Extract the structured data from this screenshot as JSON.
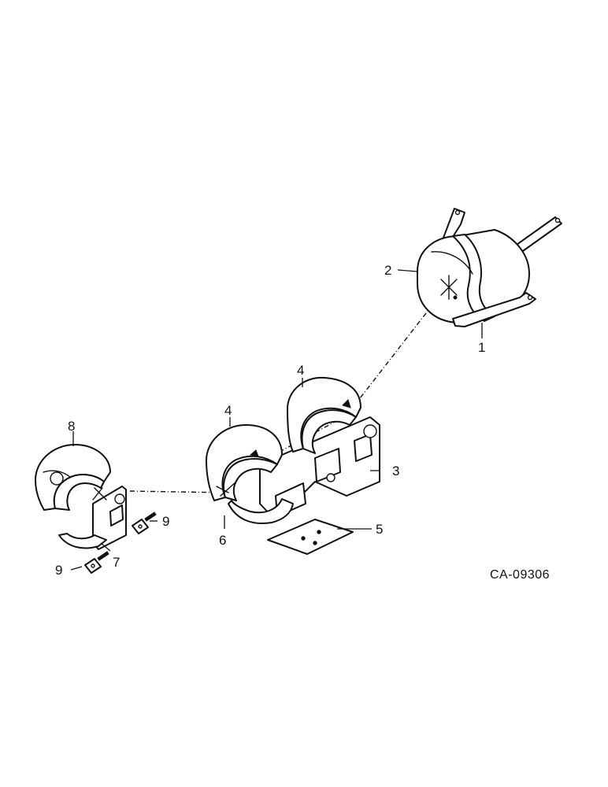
{
  "diagram": {
    "callouts": {
      "c1": "1",
      "c2": "2",
      "c3": "3",
      "c4a": "4",
      "c4b": "4",
      "c5": "5",
      "c6": "6",
      "c7": "7",
      "c8": "8",
      "c9a": "9",
      "c9b": "9"
    },
    "reference_code": "CA-09306"
  }
}
